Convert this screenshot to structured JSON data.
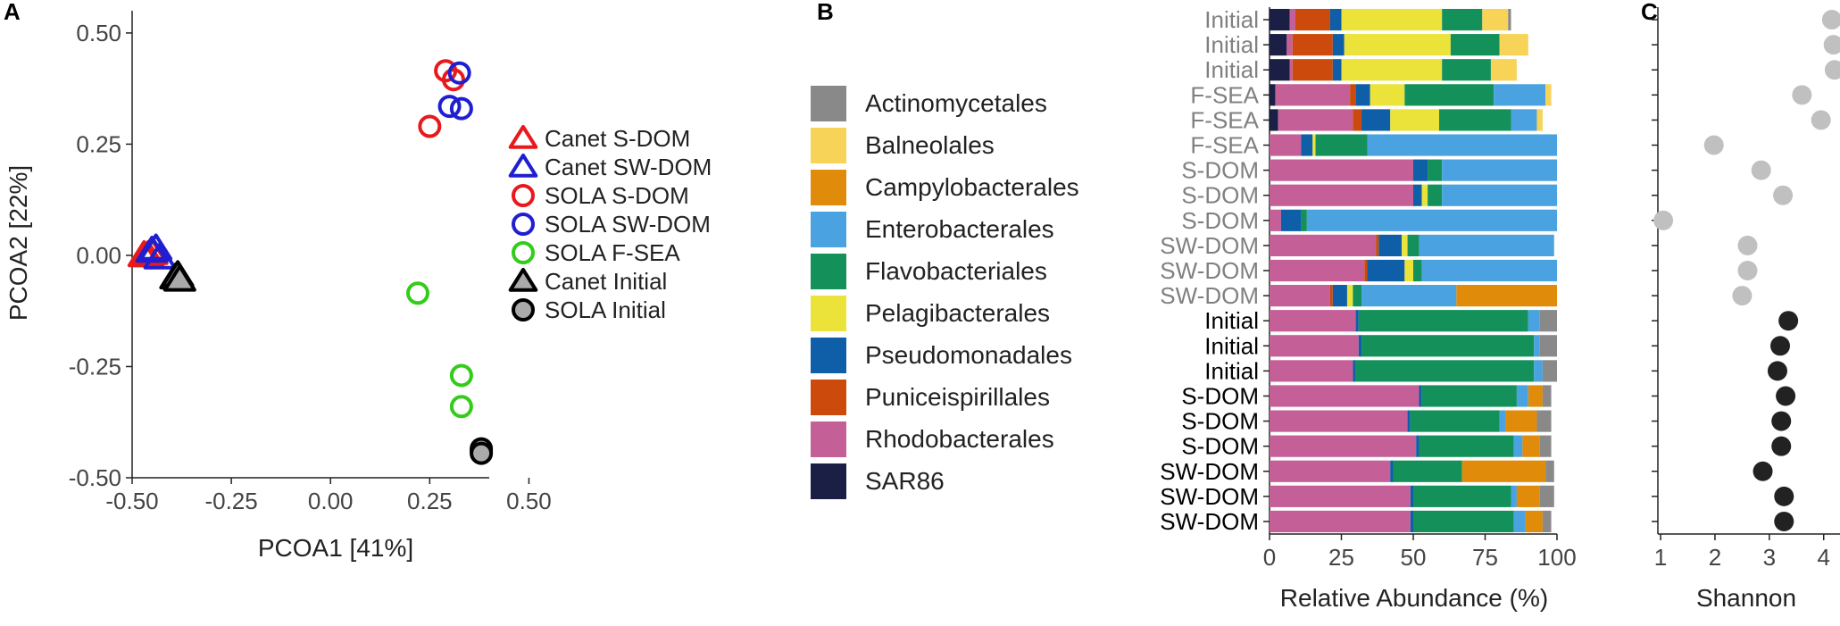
{
  "panels": {
    "A": "A",
    "B": "B",
    "C": "C"
  },
  "chart_data": [
    {
      "panel": "A",
      "type": "scatter",
      "xlabel": "PCOA1 [41%]",
      "ylabel": "PCOA2 [22%]",
      "xlim": [
        -0.5,
        0.4
      ],
      "ylim": [
        -0.5,
        0.55
      ],
      "xticks": [
        "-0.50",
        "-0.25",
        "0.00",
        "0.25",
        "0.50"
      ],
      "xtick_values": [
        -0.5,
        -0.25,
        0.0,
        0.25,
        0.5
      ],
      "yticks": [
        "0.50",
        "0.25",
        "0.00",
        "-0.25",
        "-0.50"
      ],
      "ytick_values": [
        0.5,
        0.25,
        0.0,
        -0.25,
        -0.5
      ],
      "grid": false,
      "legend_position": "right",
      "series": [
        {
          "name": "Canet S-DOM",
          "marker": "triangle-open",
          "color": "#e8191c",
          "points": [
            [
              -0.47,
              0.0
            ],
            [
              -0.46,
              0.0
            ],
            [
              -0.45,
              0.005
            ]
          ]
        },
        {
          "name": "Canet SW-DOM",
          "marker": "triangle-open",
          "color": "#1f1fd1",
          "points": [
            [
              -0.45,
              0.01
            ],
            [
              -0.44,
              0.015
            ],
            [
              -0.43,
              -0.005
            ]
          ]
        },
        {
          "name": "SOLA S-DOM",
          "marker": "circle-open",
          "color": "#e8191c",
          "points": [
            [
              0.29,
              0.415
            ],
            [
              0.31,
              0.395
            ],
            [
              0.25,
              0.29
            ]
          ]
        },
        {
          "name": "SOLA SW-DOM",
          "marker": "circle-open",
          "color": "#1f1fd1",
          "points": [
            [
              0.325,
              0.41
            ],
            [
              0.33,
              0.33
            ],
            [
              0.3,
              0.335
            ]
          ]
        },
        {
          "name": "SOLA F-SEA",
          "marker": "circle-open",
          "color": "#33cc1a",
          "points": [
            [
              0.22,
              -0.085
            ],
            [
              0.33,
              -0.27
            ],
            [
              0.33,
              -0.34
            ]
          ]
        },
        {
          "name": "Canet Initial",
          "marker": "triangle-filled",
          "color": "#000000",
          "fill": "#aaaaaa",
          "points": [
            [
              -0.39,
              -0.05
            ],
            [
              -0.385,
              -0.045
            ],
            [
              -0.38,
              -0.055
            ]
          ]
        },
        {
          "name": "SOLA Initial",
          "marker": "circle-filled",
          "color": "#000000",
          "fill": "#aaaaaa",
          "points": [
            [
              0.38,
              -0.44
            ],
            [
              0.38,
              -0.435
            ],
            [
              0.38,
              -0.445
            ]
          ]
        }
      ]
    },
    {
      "panel": "B",
      "type": "bar",
      "orientation": "horizontal",
      "stacked": true,
      "xlabel": "Relative Abundance (%)",
      "xlim": [
        0,
        100
      ],
      "xticks": [
        "0",
        "25",
        "50",
        "75",
        "100"
      ],
      "xtick_values": [
        0,
        25,
        50,
        75,
        100
      ],
      "grid": false,
      "legend_position": "left",
      "categories": [
        "Initial",
        "Initial",
        "Initial",
        "F-SEA",
        "F-SEA",
        "F-SEA",
        "S-DOM",
        "S-DOM",
        "S-DOM",
        "SW-DOM",
        "SW-DOM",
        "SW-DOM",
        "Initial",
        "Initial",
        "Initial",
        "S-DOM",
        "S-DOM",
        "S-DOM",
        "SW-DOM",
        "SW-DOM",
        "SW-DOM"
      ],
      "category_colors": [
        "#808080",
        "#808080",
        "#808080",
        "#808080",
        "#808080",
        "#808080",
        "#808080",
        "#808080",
        "#808080",
        "#808080",
        "#808080",
        "#808080",
        "#000000",
        "#000000",
        "#000000",
        "#000000",
        "#000000",
        "#000000",
        "#000000",
        "#000000",
        "#000000"
      ],
      "stack_order": [
        "SAR86",
        "Rhodobacterales",
        "Puniceispirillales",
        "Pseudomonadales",
        "Pelagibacterales",
        "Flavobacteriales",
        "Enterobacterales",
        "Campylobacterales",
        "Balneolales",
        "Actinomycetales"
      ],
      "legend_order": [
        "Actinomycetales",
        "Balneolales",
        "Campylobacterales",
        "Enterobacterales",
        "Flavobacteriales",
        "Pelagibacterales",
        "Pseudomonadales",
        "Puniceispirillales",
        "Rhodobacterales",
        "SAR86"
      ],
      "colors": {
        "Actinomycetales": "#898989",
        "Balneolales": "#f7d358",
        "Campylobacterales": "#e08c0a",
        "Enterobacterales": "#4aa3e0",
        "Flavobacteriales": "#14915a",
        "Pelagibacterales": "#ece33a",
        "Pseudomonadales": "#0f5ea8",
        "Puniceispirillales": "#cc4b0c",
        "Rhodobacterales": "#c45f98",
        "SAR86": "#1b1f45"
      },
      "bars": [
        {
          "SAR86": 7,
          "Rhodobacterales": 2,
          "Puniceispirillales": 12,
          "Pseudomonadales": 4,
          "Pelagibacterales": 35,
          "Flavobacteriales": 14,
          "Enterobacterales": 0,
          "Campylobacterales": 0,
          "Balneolales": 9,
          "Actinomycetales": 1
        },
        {
          "SAR86": 6,
          "Rhodobacterales": 2,
          "Puniceispirillales": 14,
          "Pseudomonadales": 4,
          "Pelagibacterales": 37,
          "Flavobacteriales": 17,
          "Enterobacterales": 0,
          "Campylobacterales": 0,
          "Balneolales": 10,
          "Actinomycetales": 0
        },
        {
          "SAR86": 7,
          "Rhodobacterales": 1,
          "Puniceispirillales": 14,
          "Pseudomonadales": 3,
          "Pelagibacterales": 35,
          "Flavobacteriales": 17,
          "Enterobacterales": 0,
          "Campylobacterales": 0,
          "Balneolales": 9,
          "Actinomycetales": 0
        },
        {
          "SAR86": 2,
          "Rhodobacterales": 26,
          "Puniceispirillales": 2,
          "Pseudomonadales": 5,
          "Pelagibacterales": 12,
          "Flavobacteriales": 31,
          "Enterobacterales": 18,
          "Campylobacterales": 0,
          "Balneolales": 2,
          "Actinomycetales": 0
        },
        {
          "SAR86": 3,
          "Rhodobacterales": 26,
          "Puniceispirillales": 3,
          "Pseudomonadales": 10,
          "Pelagibacterales": 17,
          "Flavobacteriales": 25,
          "Enterobacterales": 9,
          "Campylobacterales": 0,
          "Balneolales": 2,
          "Actinomycetales": 0
        },
        {
          "SAR86": 0,
          "Rhodobacterales": 11,
          "Puniceispirillales": 0,
          "Pseudomonadales": 4,
          "Pelagibacterales": 1,
          "Flavobacteriales": 18,
          "Enterobacterales": 66,
          "Campylobacterales": 0,
          "Balneolales": 0,
          "Actinomycetales": 0
        },
        {
          "SAR86": 0,
          "Rhodobacterales": 50,
          "Puniceispirillales": 0,
          "Pseudomonadales": 5,
          "Pelagibacterales": 0,
          "Flavobacteriales": 5,
          "Enterobacterales": 40,
          "Campylobacterales": 0,
          "Balneolales": 0,
          "Actinomycetales": 0
        },
        {
          "SAR86": 0,
          "Rhodobacterales": 50,
          "Puniceispirillales": 0,
          "Pseudomonadales": 3,
          "Pelagibacterales": 2,
          "Flavobacteriales": 5,
          "Enterobacterales": 40,
          "Campylobacterales": 0,
          "Balneolales": 0,
          "Actinomycetales": 0
        },
        {
          "SAR86": 0,
          "Rhodobacterales": 4,
          "Puniceispirillales": 0,
          "Pseudomonadales": 7,
          "Pelagibacterales": 0,
          "Flavobacteriales": 2,
          "Enterobacterales": 87,
          "Campylobacterales": 0,
          "Balneolales": 0,
          "Actinomycetales": 0
        },
        {
          "SAR86": 0,
          "Rhodobacterales": 37,
          "Puniceispirillales": 1,
          "Pseudomonadales": 8,
          "Pelagibacterales": 2,
          "Flavobacteriales": 4,
          "Enterobacterales": 47,
          "Campylobacterales": 0,
          "Balneolales": 0,
          "Actinomycetales": 0
        },
        {
          "SAR86": 0,
          "Rhodobacterales": 33,
          "Puniceispirillales": 1,
          "Pseudomonadales": 13,
          "Pelagibacterales": 3,
          "Flavobacteriales": 3,
          "Enterobacterales": 47,
          "Campylobacterales": 0,
          "Balneolales": 0,
          "Actinomycetales": 0
        },
        {
          "SAR86": 0,
          "Rhodobacterales": 21,
          "Puniceispirillales": 1,
          "Pseudomonadales": 5,
          "Pelagibacterales": 2,
          "Flavobacteriales": 3,
          "Enterobacterales": 33,
          "Campylobacterales": 35,
          "Balneolales": 0,
          "Actinomycetales": 0
        },
        {
          "SAR86": 0,
          "Rhodobacterales": 30,
          "Puniceispirillales": 0,
          "Pseudomonadales": 1,
          "Pelagibacterales": 0,
          "Flavobacteriales": 59,
          "Enterobacterales": 4,
          "Campylobacterales": 0,
          "Balneolales": 0,
          "Actinomycetales": 6
        },
        {
          "SAR86": 0,
          "Rhodobacterales": 31,
          "Puniceispirillales": 0,
          "Pseudomonadales": 1,
          "Pelagibacterales": 0,
          "Flavobacteriales": 60,
          "Enterobacterales": 2,
          "Campylobacterales": 0,
          "Balneolales": 0,
          "Actinomycetales": 6
        },
        {
          "SAR86": 0,
          "Rhodobacterales": 29,
          "Puniceispirillales": 0,
          "Pseudomonadales": 1,
          "Pelagibacterales": 0,
          "Flavobacteriales": 62,
          "Enterobacterales": 3,
          "Campylobacterales": 0,
          "Balneolales": 0,
          "Actinomycetales": 5
        },
        {
          "SAR86": 0,
          "Rhodobacterales": 52,
          "Puniceispirillales": 0,
          "Pseudomonadales": 1,
          "Pelagibacterales": 0,
          "Flavobacteriales": 33,
          "Enterobacterales": 4,
          "Campylobacterales": 5,
          "Balneolales": 0,
          "Actinomycetales": 3
        },
        {
          "SAR86": 0,
          "Rhodobacterales": 48,
          "Puniceispirillales": 0,
          "Pseudomonadales": 1,
          "Pelagibacterales": 0,
          "Flavobacteriales": 31,
          "Enterobacterales": 2,
          "Campylobacterales": 11,
          "Balneolales": 0,
          "Actinomycetales": 5
        },
        {
          "SAR86": 0,
          "Rhodobacterales": 51,
          "Puniceispirillales": 0,
          "Pseudomonadales": 1,
          "Pelagibacterales": 0,
          "Flavobacteriales": 33,
          "Enterobacterales": 3,
          "Campylobacterales": 6,
          "Balneolales": 0,
          "Actinomycetales": 4
        },
        {
          "SAR86": 0,
          "Rhodobacterales": 42,
          "Puniceispirillales": 0,
          "Pseudomonadales": 1,
          "Pelagibacterales": 0,
          "Flavobacteriales": 24,
          "Enterobacterales": 0,
          "Campylobacterales": 29,
          "Balneolales": 0,
          "Actinomycetales": 3
        },
        {
          "SAR86": 0,
          "Rhodobacterales": 49,
          "Puniceispirillales": 0,
          "Pseudomonadales": 1,
          "Pelagibacterales": 0,
          "Flavobacteriales": 34,
          "Enterobacterales": 2,
          "Campylobacterales": 8,
          "Balneolales": 0,
          "Actinomycetales": 5
        },
        {
          "SAR86": 0,
          "Rhodobacterales": 49,
          "Puniceispirillales": 0,
          "Pseudomonadales": 1,
          "Pelagibacterales": 0,
          "Flavobacteriales": 35,
          "Enterobacterales": 4,
          "Campylobacterales": 6,
          "Balneolales": 0,
          "Actinomycetales": 3
        }
      ]
    },
    {
      "panel": "C",
      "type": "scatter",
      "xlabel": "Shannon",
      "xlim": [
        0.95,
        4.3
      ],
      "xticks": [
        "1",
        "2",
        "3",
        "4"
      ],
      "xtick_values": [
        1,
        2,
        3,
        4
      ],
      "grid": false,
      "y_categories_shared_with": "B",
      "values": [
        4.15,
        4.18,
        4.2,
        3.6,
        3.95,
        1.98,
        2.85,
        3.25,
        1.05,
        2.6,
        2.6,
        2.5,
        3.35,
        3.2,
        3.15,
        3.3,
        3.22,
        3.22,
        2.88,
        3.27,
        3.27
      ],
      "colors": [
        "#c0c0c0",
        "#c0c0c0",
        "#c0c0c0",
        "#c0c0c0",
        "#c0c0c0",
        "#c0c0c0",
        "#c0c0c0",
        "#c0c0c0",
        "#c0c0c0",
        "#c0c0c0",
        "#c0c0c0",
        "#c0c0c0",
        "#222222",
        "#222222",
        "#222222",
        "#222222",
        "#222222",
        "#222222",
        "#222222",
        "#222222",
        "#222222"
      ]
    }
  ]
}
